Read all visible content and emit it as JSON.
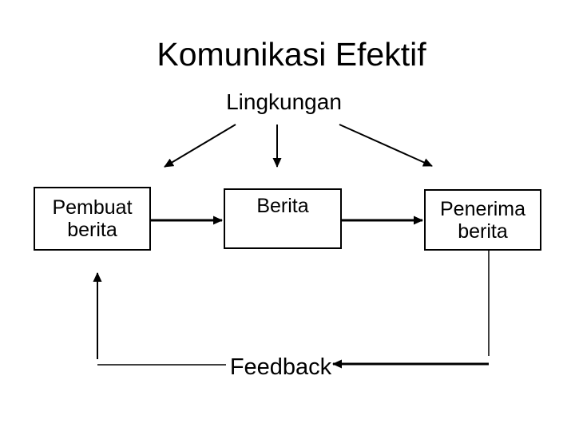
{
  "slide": {
    "title": "Komunikasi Efektif",
    "environment_label": "Lingkungan",
    "feedback_label": "Feedback",
    "nodes": [
      {
        "id": "pembuat-berita",
        "line1": "Pembuat",
        "line2": "berita"
      },
      {
        "id": "berita",
        "line1": "Berita",
        "line2": ""
      },
      {
        "id": "penerima-berita",
        "line1": "Penerima",
        "line2": "berita"
      }
    ],
    "edges": [
      {
        "from": "lingkungan",
        "to": "pembuat-berita"
      },
      {
        "from": "lingkungan",
        "to": "berita"
      },
      {
        "from": "lingkungan",
        "to": "penerima-berita"
      },
      {
        "from": "pembuat-berita",
        "to": "berita"
      },
      {
        "from": "berita",
        "to": "penerima-berita"
      },
      {
        "from": "penerima-berita",
        "to": "pembuat-berita",
        "via": "feedback"
      }
    ],
    "colors": {
      "ink": "#000000",
      "background": "#ffffff"
    }
  }
}
